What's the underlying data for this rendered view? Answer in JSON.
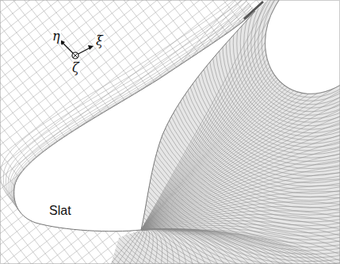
{
  "diagram": {
    "labels": [
      "η",
      "ξ",
      "ζ",
      "Slat"
    ]
  }
}
